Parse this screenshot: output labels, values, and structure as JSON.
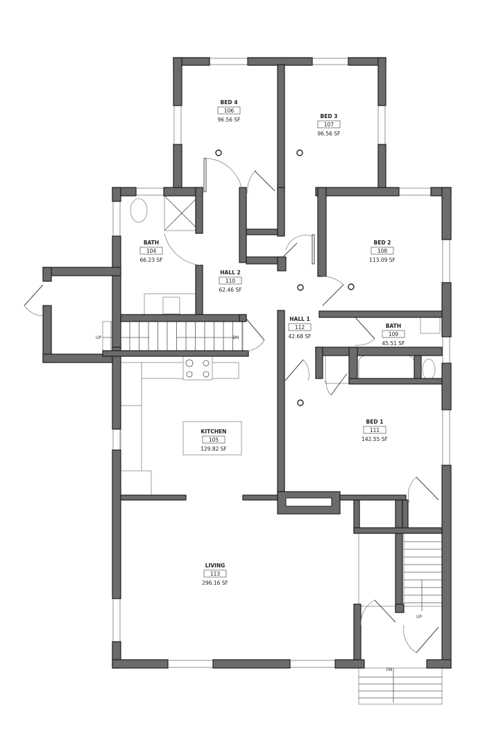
{
  "rooms": [
    {
      "name": "BED 4",
      "number": "106",
      "area": "96.56 SF"
    },
    {
      "name": "BED 3",
      "number": "107",
      "area": "96.56 SF"
    },
    {
      "name": "BATH",
      "number": "104",
      "area": "66.23 SF"
    },
    {
      "name": "BED 2",
      "number": "108",
      "area": "113.09 SF"
    },
    {
      "name": "HALL 2",
      "number": "110",
      "area": "62.46 SF"
    },
    {
      "name": "HALL 1",
      "number": "112",
      "area": "42.68 SF"
    },
    {
      "name": "BATH",
      "number": "109",
      "area": "45.51 SF"
    },
    {
      "name": "KITCHEN",
      "number": "105",
      "area": "129.82 SF"
    },
    {
      "name": "BED 1",
      "number": "111",
      "area": "142.55 SF"
    },
    {
      "name": "LIVING",
      "number": "113",
      "area": "296.16 SF"
    }
  ],
  "stairs": {
    "interior_up": "UP",
    "interior_dn": "DN",
    "rear_up": "UP",
    "entry_dn": "DN"
  },
  "colors": {
    "wall": "#6b6b6b",
    "wall_outline": "#1e1e1e"
  }
}
